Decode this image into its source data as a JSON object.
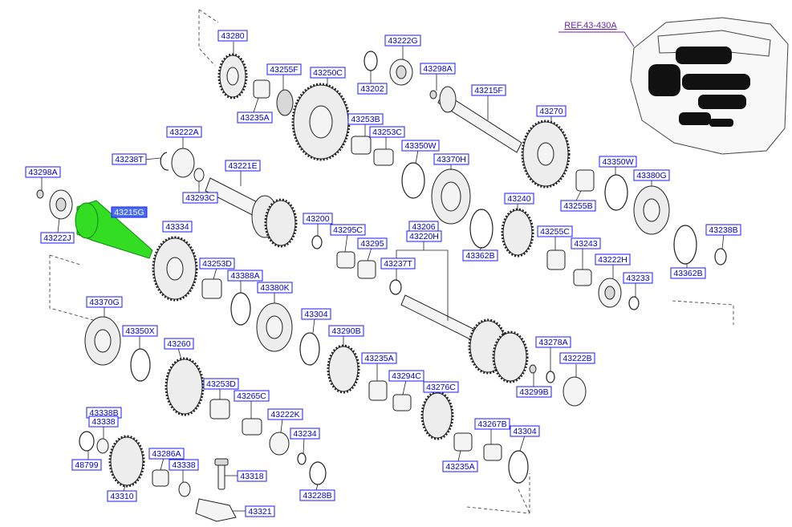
{
  "reference_label": "REF.43-430A",
  "part_labels": [
    "43280",
    "43255F",
    "43250C",
    "43222G",
    "43202",
    "43298A",
    "43235A",
    "43215F",
    "43253B",
    "43253C",
    "43270",
    "43222A",
    "43238T",
    "43350W",
    "43370H",
    "43221E",
    "43298A",
    "43293C",
    "43200",
    "43206",
    "43220H",
    "43215G",
    "43334",
    "43295C",
    "43295",
    "43237T",
    "43222J",
    "43240",
    "43350W",
    "43380G",
    "43255B",
    "43362B",
    "43255C",
    "43243",
    "43238B",
    "43253D",
    "43388A",
    "43222H",
    "43233",
    "43362B",
    "43380K",
    "43370G",
    "43304",
    "43350X",
    "43290B",
    "43260",
    "43235A",
    "43278A",
    "43294C",
    "43222B",
    "43253D",
    "43276C",
    "43299B",
    "43265C",
    "43222K",
    "43267B",
    "43338B",
    "43338",
    "43304",
    "43234",
    "48799",
    "43286A",
    "43338",
    "43235A",
    "43318",
    "43310",
    "43228B",
    "43321"
  ]
}
